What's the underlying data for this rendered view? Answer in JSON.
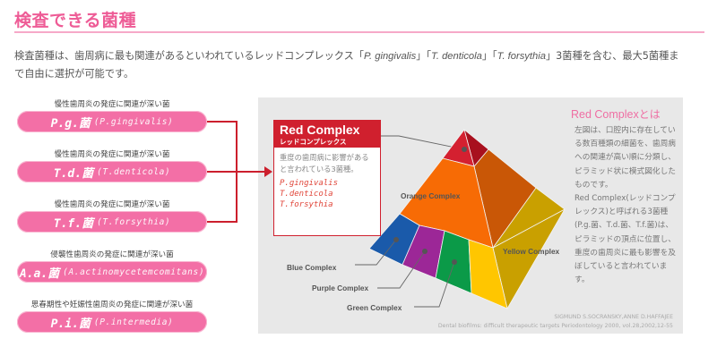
{
  "header": {
    "title": "検査できる菌種"
  },
  "intro": {
    "line1_prefix": "検査菌種は、歯周病に最も関連があるといわれているレッドコンプレックス「",
    "species": [
      "P. gingivalis",
      "T. denticola",
      "T. forsythia"
    ],
    "sep": "」「",
    "line1_suffix": "」3菌種を含む、最大5菌種ま",
    "line2": "で自由に選択が可能です。"
  },
  "bacteria": [
    {
      "caption": "慢性歯周炎の発症に関連が深い菌",
      "abbr": "P.g.菌",
      "full": "(P.gingivalis)"
    },
    {
      "caption": "慢性歯周炎の発症に関連が深い菌",
      "abbr": "T.d.菌",
      "full": "(T.denticola)"
    },
    {
      "caption": "慢性歯周炎の発症に関連が深い菌",
      "abbr": "T.f.菌",
      "full": "(T.forsythia)"
    },
    {
      "caption": "侵襲性歯周炎の発症に関連が深い菌",
      "abbr": "A.a.菌",
      "full": "(A.actinomycetemcomitans)"
    },
    {
      "caption": "思春期性や妊娠性歯周炎の発症に関連が深い菌",
      "abbr": "P.i.菌",
      "full": "(P.intermedia)"
    }
  ],
  "red_complex_box": {
    "title": "Red Complex",
    "subtitle": "レッドコンプレックス",
    "description": "重度の歯周病に影響があると言われている3菌種。",
    "species": [
      "P.gingivalis",
      "T.denticola",
      "T.forsythia"
    ]
  },
  "pyramid": {
    "labels": {
      "orange": "Orange Complex",
      "yellow": "Yellow Complex",
      "blue": "Blue Complex",
      "purple": "Purple Complex",
      "green": "Green Complex"
    },
    "colors": {
      "red": "#d42030",
      "red_dark": "#a8101e",
      "orange": "#f76b05",
      "orange_dark": "#c95706",
      "yellow": "#ffc600",
      "yellow_dark": "#c9a000",
      "blue": "#1a5aaa",
      "purple": "#9c2797",
      "green": "#0b9a48"
    }
  },
  "side": {
    "title": "Red Complex",
    "title_suffix": "とは",
    "paragraph1": "左図は、口腔内に存在している数百種類の細菌を、歯周病への関連が高い順に分類し、ピラミッド状に模式図化したものです。",
    "paragraph2": "Red Complex(レッドコンプレックス)と呼ばれる3菌種(P.g.菌、T.d.菌、T.f.菌)は、ピラミッドの頂点に位置し、重度の歯周炎に最も影響を及ぼしていると言われています。"
  },
  "credit": {
    "authors": "SIGMUND S.SOCRANSKY,ANNE D.HAFFAJEE",
    "citation": "Dental biofilms: difficult therapeutic targets   Periodontology 2000, vol.28,2002,12-55"
  },
  "colors": {
    "accent_pink": "#ee5c96",
    "pill_pink": "#f36fa6",
    "connector_red": "#cc1f2d",
    "panel_gray": "#e8e8e8"
  }
}
